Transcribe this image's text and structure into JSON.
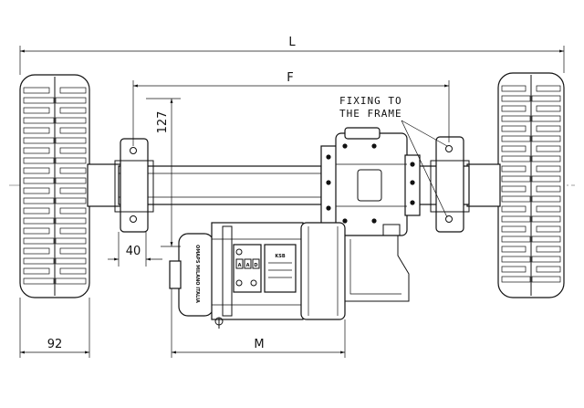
{
  "dimensions": {
    "overall_length": "L",
    "fixing_distance": "F",
    "motor_length": "M",
    "wheel_width": "92",
    "height": "127",
    "offset": "40"
  },
  "annotation": {
    "line1": "FIXING TO",
    "line2": "THE FRAME"
  },
  "motor_plate": {
    "labels": [
      "A",
      "A",
      "D"
    ],
    "maker": "OMAPS MILANO ITALIA",
    "logo": "KSB"
  }
}
